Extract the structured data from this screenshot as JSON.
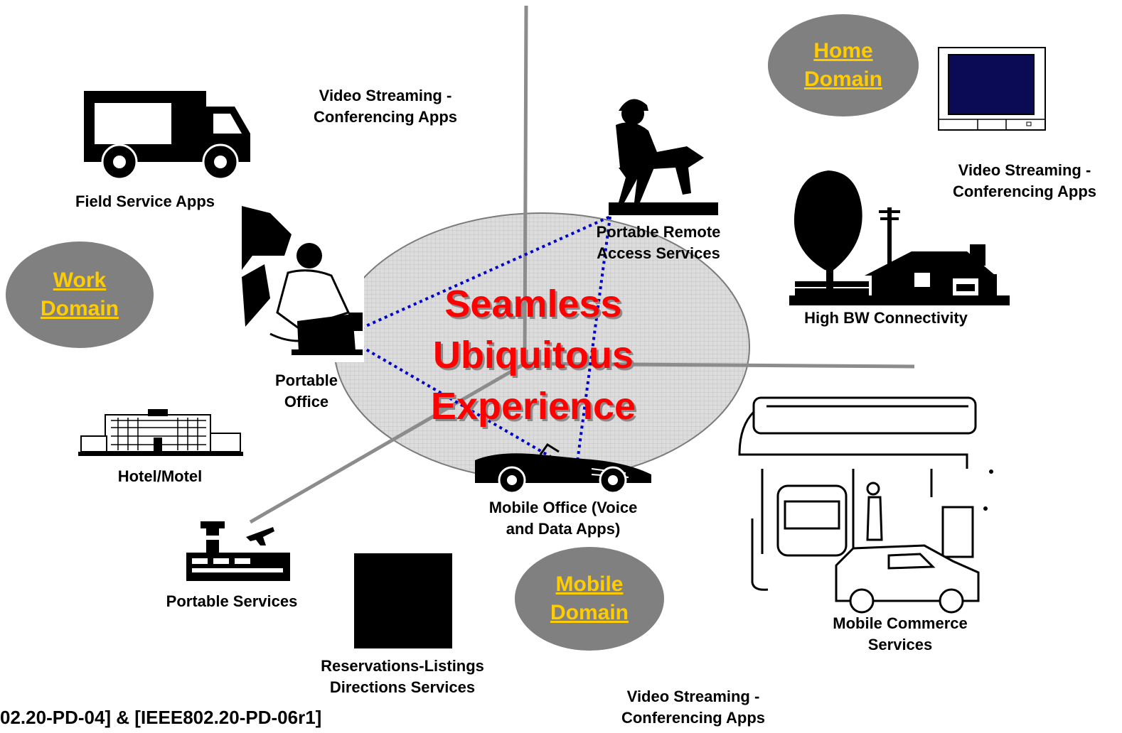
{
  "center": {
    "line1": "Seamless",
    "line2": "Ubiquitous",
    "line3": "Experience"
  },
  "domains": {
    "work": {
      "line1": "Work",
      "line2": "Domain"
    },
    "home": {
      "line1": "Home",
      "line2": "Domain"
    },
    "mobile": {
      "line1": "Mobile",
      "line2": "Domain"
    }
  },
  "labels": {
    "video_top": {
      "line1": "Video Streaming -",
      "line2": "Conferencing Apps"
    },
    "video_right": {
      "line1": "Video Streaming -",
      "line2": "Conferencing Apps"
    },
    "video_bottom": {
      "line1": "Video Streaming -",
      "line2": "Conferencing Apps"
    },
    "field_service": "Field Service Apps",
    "portable_remote": {
      "line1": "Portable Remote",
      "line2": "Access Services"
    },
    "high_bw": "High BW Connectivity",
    "portable_office": {
      "line1": "Portable",
      "line2": "Office"
    },
    "hotel": "Hotel/Motel",
    "mobile_office": {
      "line1": "Mobile Office (Voice",
      "line2": "and Data Apps)"
    },
    "portable_services": "Portable Services",
    "reservations": {
      "line1": "Reservations-Listings",
      "line2": "Directions Services"
    },
    "mobile_commerce": {
      "line1": "Mobile Commerce",
      "line2": "Services"
    }
  },
  "footer": "02.20-PD-04] & [IEEE802.20-PD-06r1]",
  "colors": {
    "domain_fill": "#808080",
    "domain_text": "#ffcc00",
    "center_text": "#ff0000",
    "link_line": "#0000cc",
    "axis": "#8c8c8c",
    "ellipse_fill": "#d9d9d9"
  },
  "icons": [
    "delivery-truck-icon",
    "seated-man-icon",
    "television-icon",
    "house-tree-icon",
    "office-worker-icon",
    "hotel-icon",
    "sports-car-icon",
    "airport-icon",
    "black-square-image",
    "gas-station-icon"
  ]
}
